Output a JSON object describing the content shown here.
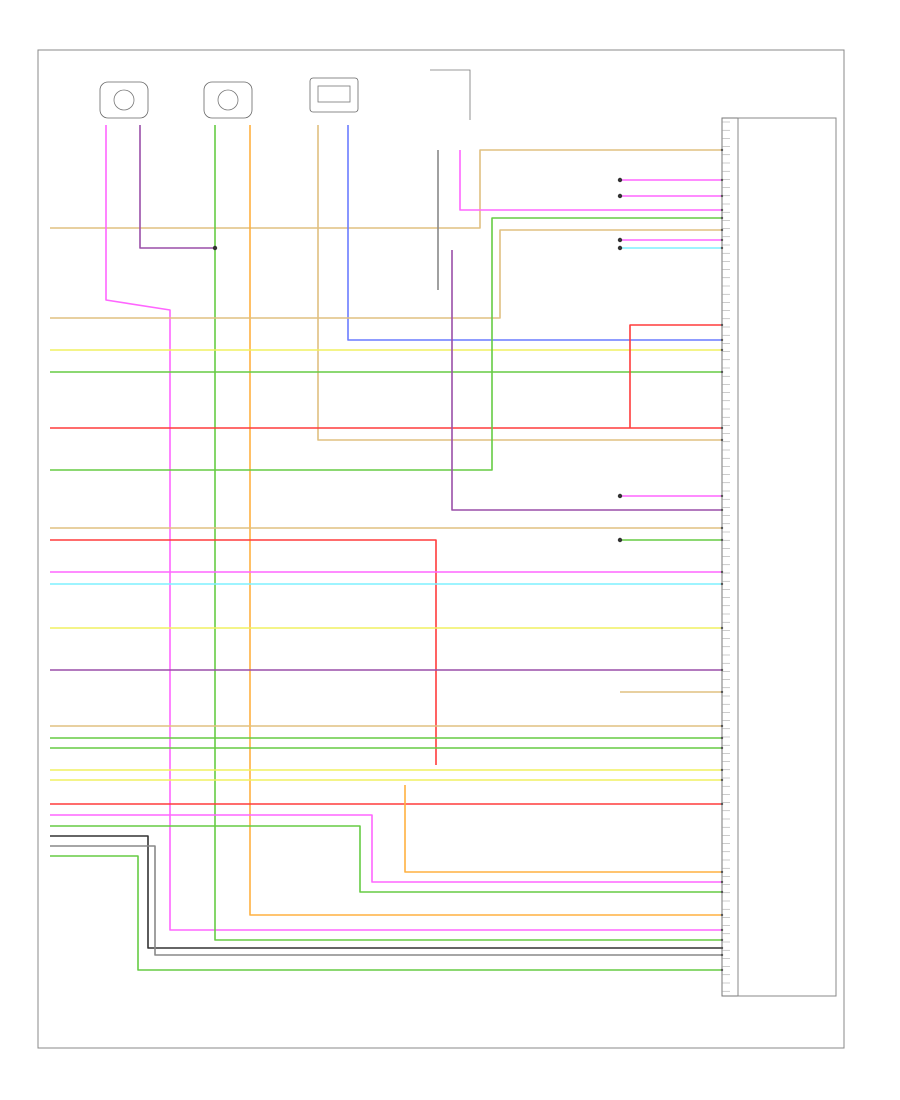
{
  "diagram": {
    "footer_code": "",
    "module_caption": "",
    "wires": [
      {
        "id": "w-red-main",
        "color": "#ff3c3c"
      },
      {
        "id": "w-pink",
        "color": "#ff66ff"
      },
      {
        "id": "w-green",
        "color": "#66cc44"
      },
      {
        "id": "w-yellow",
        "color": "#f0f060"
      },
      {
        "id": "w-orange",
        "color": "#ffb040"
      },
      {
        "id": "w-tan",
        "color": "#e0c080"
      },
      {
        "id": "w-blue",
        "color": "#6a7cff"
      },
      {
        "id": "w-cyan",
        "color": "#7ef0ff"
      },
      {
        "id": "w-violet",
        "color": "#9a4fa8"
      },
      {
        "id": "w-black",
        "color": "#333333"
      },
      {
        "id": "w-grey",
        "color": "#888888"
      }
    ]
  }
}
